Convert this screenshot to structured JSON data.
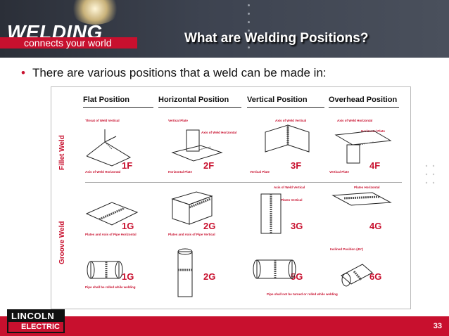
{
  "header": {
    "logo_big": "WELDING",
    "logo_small": "connects your world",
    "title": "What are Welding Positions?"
  },
  "bullet": "There are various positions that a weld can be made in:",
  "chart": {
    "columns": [
      "Flat Position",
      "Horizontal Position",
      "Vertical Position",
      "Overhead Position"
    ],
    "rows": [
      "Fillet Weld",
      "Groove Weld"
    ],
    "codes": {
      "r1": [
        "1F",
        "2F",
        "3F",
        "4F"
      ],
      "r2": [
        "1G",
        "2G",
        "3G",
        "4G"
      ],
      "r3": [
        "1G",
        "2G",
        "5G",
        "6G"
      ]
    },
    "labels": {
      "throat_flat": "Throat of Weld Vertical",
      "axis_flat": "Axis of Weld Horizontal",
      "vert_plate_h": "Vertical Plate",
      "axis_h": "Axis of Weld Horizontal",
      "horiz_plate": "Horizontal Plate",
      "axis_v": "Axis of Weld Vertical",
      "vert_plate_v": "Vertical Plate",
      "axis_o": "Axis of Weld Horizontal",
      "horiz_plate_o": "Horizontal Plate",
      "vert_plate_o": "Vertical Plate",
      "axis_v_groove": "Axis of Weld Vertical",
      "plates_vertical": "Plates Vertical",
      "plates_horizontal": "Plates Horizontal",
      "plates_axis_flat": "Plates and Axis of Pipe Horizontal",
      "plates_axis_vert": "Plates and Axis of Pipe Vertical",
      "inclined": "Inclined Position (45°)",
      "pipe_rolled": "Pipe shall be rolled while welding",
      "pipe_not_turned": "Pipe shall not be turned or rolled while welding"
    }
  },
  "footer": {
    "brand_top": "LINCOLN",
    "brand_bottom": "ELECTRIC",
    "page_number": "33"
  },
  "colors": {
    "accent": "#c8102e",
    "header_bg": "#3d4350"
  }
}
